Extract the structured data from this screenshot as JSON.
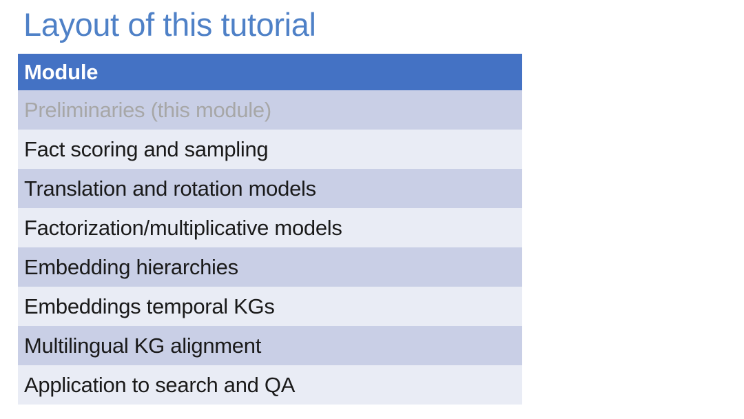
{
  "slide": {
    "title": "Layout of this tutorial",
    "title_color": "#4f81c7",
    "background_color": "#ffffff"
  },
  "table": {
    "header": {
      "label": "Module",
      "background_color": "#4472c4",
      "text_color": "#ffffff"
    },
    "band_colors": {
      "dark": "#c9cfe6",
      "light": "#e9ecf5"
    },
    "text_colors": {
      "normal": "#1a1a1a",
      "dimmed": "#a7a7a7"
    },
    "rows": [
      {
        "label": "Preliminaries (this module)",
        "band": "dark",
        "state": "dimmed"
      },
      {
        "label": "Fact scoring and sampling",
        "band": "light",
        "state": "normal"
      },
      {
        "label": "Translation and rotation models",
        "band": "dark",
        "state": "normal"
      },
      {
        "label": "Factorization/multiplicative models",
        "band": "light",
        "state": "normal"
      },
      {
        "label": "Embedding hierarchies",
        "band": "dark",
        "state": "normal"
      },
      {
        "label": "Embeddings temporal KGs",
        "band": "light",
        "state": "normal"
      },
      {
        "label": "Multilingual KG alignment",
        "band": "dark",
        "state": "normal"
      },
      {
        "label": "Application to search and QA",
        "band": "light",
        "state": "normal"
      }
    ]
  }
}
